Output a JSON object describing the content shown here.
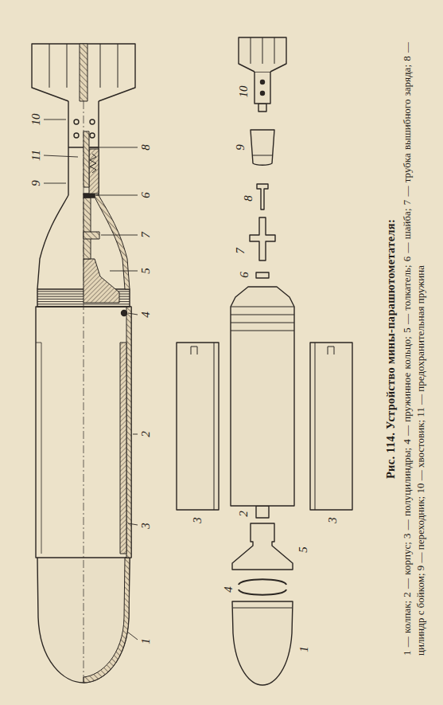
{
  "diagram": {
    "caption": "Рис. 114. Устройство мины-парашютометателя:",
    "labels": [
      "10",
      "11",
      "9",
      "8",
      "6",
      "7",
      "5",
      "4",
      "2",
      "3",
      "1",
      "10",
      "9",
      "8",
      "7",
      "6",
      "3",
      "2",
      "3",
      "5",
      "4",
      "1",
      "1 — колпак; 2 — корпус; 3 — полуцилиндры; 4 — пружинное кольцо; 5 — толкатель; 6 — шайба; 7 — трубка вышибного заряда; 8 — цилиндр с бойком; 9 — переходник; 10 — хвостовик; 11 — предохранительная пружина"
    ]
  }
}
